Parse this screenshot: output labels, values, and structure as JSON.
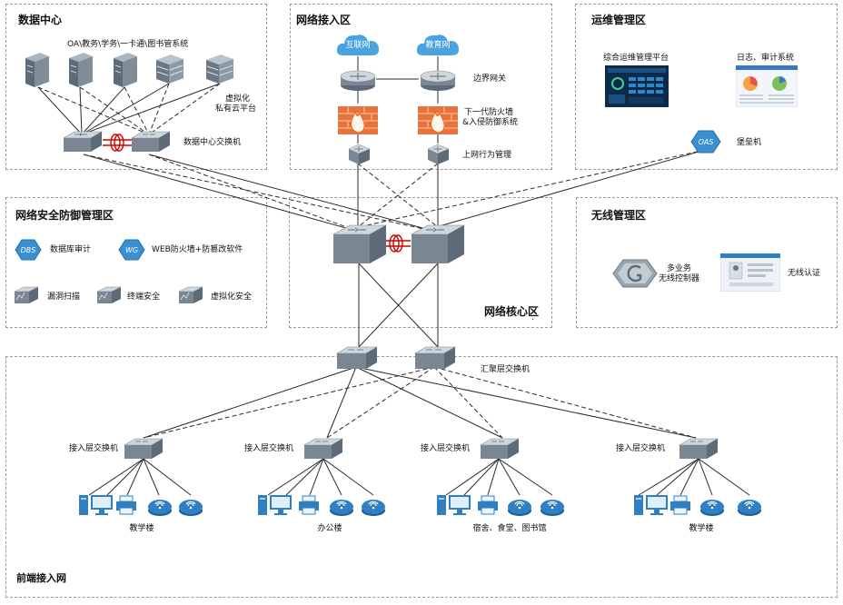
{
  "zones": {
    "datacenter": "数据中心",
    "access_internet": "网络接入区",
    "ops": "运维管理区",
    "security": "网络安全防御管理区",
    "core": "网络核心区",
    "wireless": "无线管理区",
    "frontend": "前端接入网"
  },
  "datacenter": {
    "systems_label": "OA\\教务\\学务\\一卡通\\图书管系统",
    "virtual_label_1": "虚拟化",
    "virtual_label_2": "私有云平台",
    "switch_label": "数据中心交换机"
  },
  "internet": {
    "cloud_internet": "互联网",
    "cloud_edu": "教育网",
    "border_gateway": "边界网关",
    "firewall_label_1": "下一代防火墙",
    "firewall_label_2": "&入侵防御系统",
    "behavior_mgmt": "上网行为管理"
  },
  "ops": {
    "platform": "综合运维管理平台",
    "log_audit": "日志、审计系统",
    "bastion_icon": "OAS",
    "bastion": "堡垒机"
  },
  "security": {
    "dbs_icon": "DBS",
    "db_audit": "数据库审计",
    "wg_icon": "WG",
    "web_firewall": "WEB防火墙+防篡改软件",
    "vuln_scan": "漏洞扫描",
    "endpoint": "终端安全",
    "virt_security": "虚拟化安全"
  },
  "wireless": {
    "controller_1": "多业务",
    "controller_2": "无线控制器",
    "auth": "无线认证"
  },
  "core": {
    "dot": "."
  },
  "aggregation": {
    "label": "汇聚层交换机"
  },
  "access": {
    "switch_label": "接入层交换机",
    "buildings": [
      "教学楼",
      "办公楼",
      "宿舍、食堂、图书馆",
      "教学楼"
    ]
  },
  "colors": {
    "zone_border": "#9a9a9a",
    "device_dark": "#5d6b78",
    "device_light": "#cfd6dc",
    "firewall": "#e8743b",
    "cloud": "#4aa3df",
    "terminal_blue": "#2f7fc1",
    "link_red": "#d00000"
  }
}
